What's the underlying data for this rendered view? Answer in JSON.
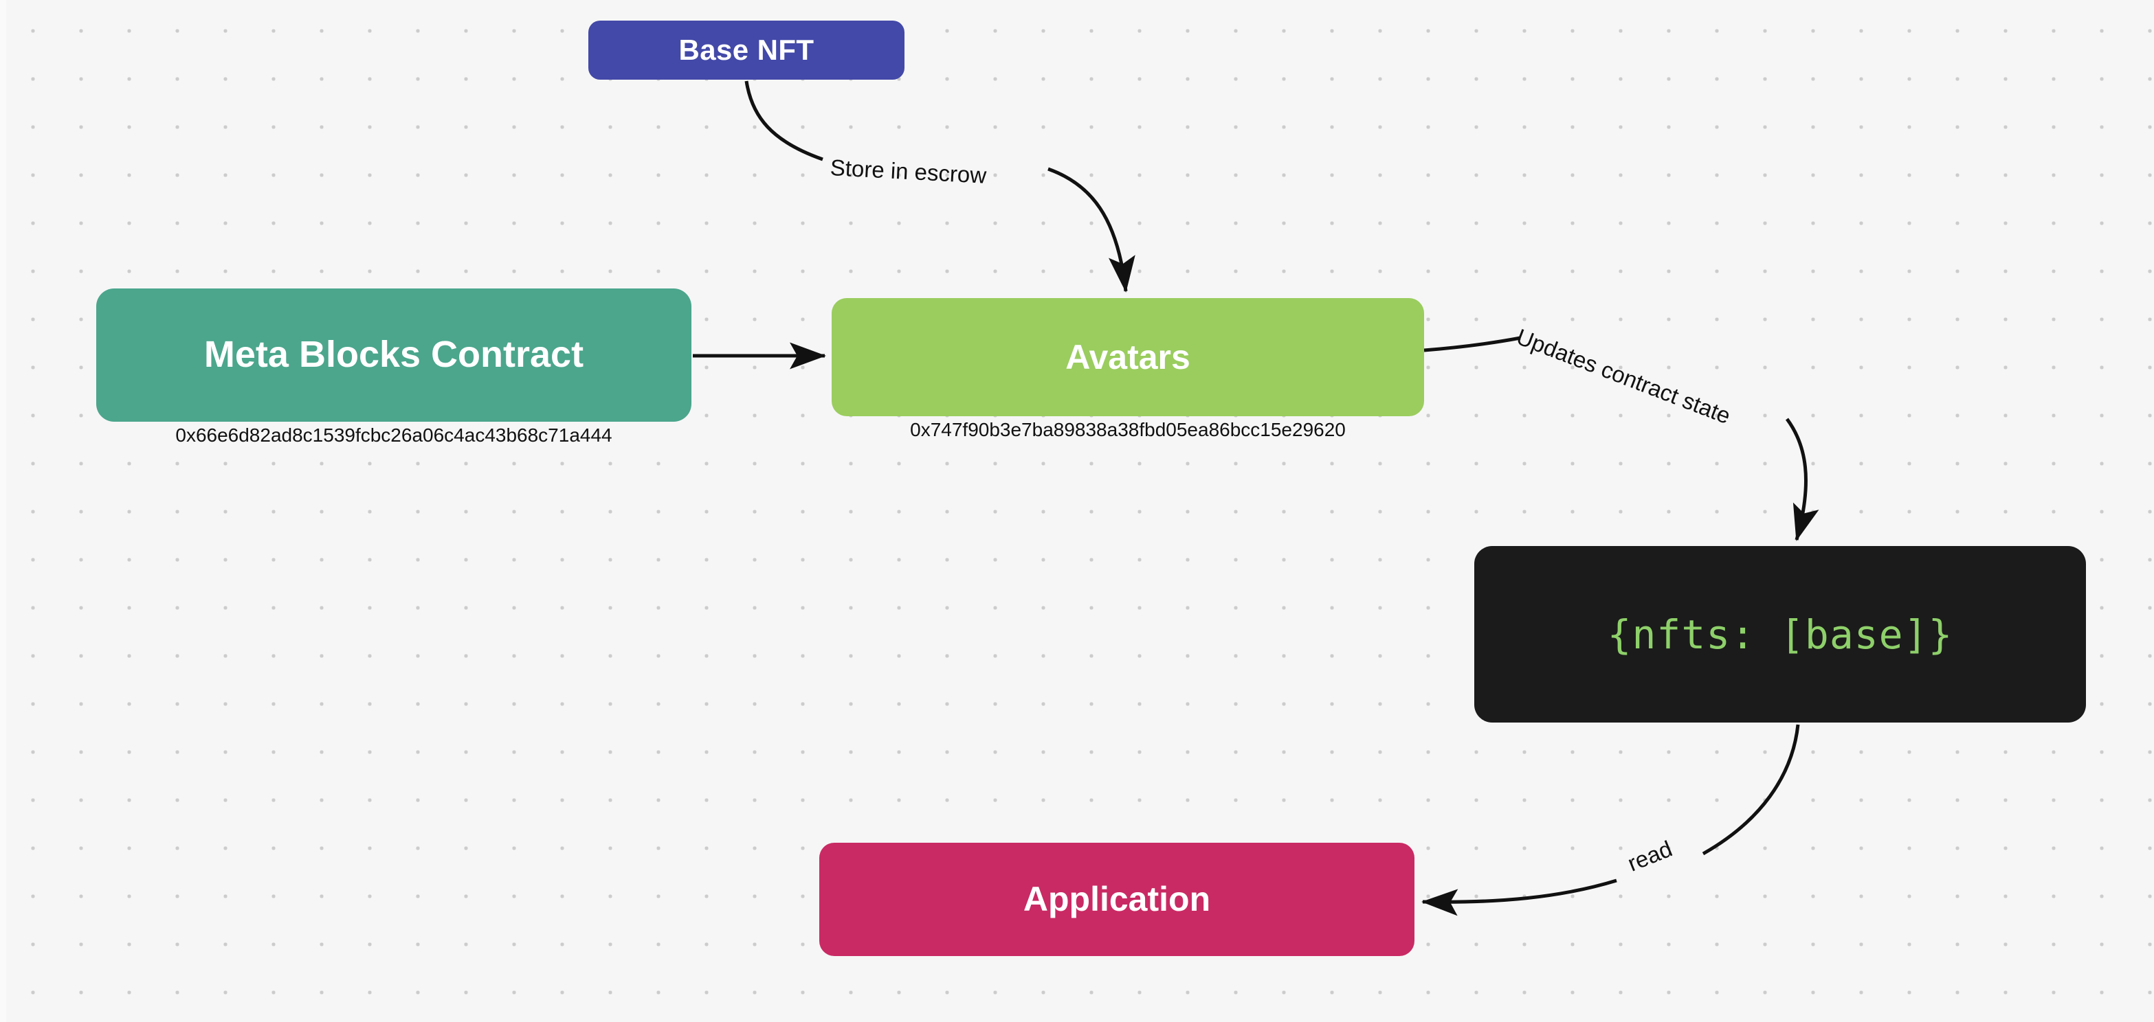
{
  "diagram": {
    "background_color": "#f6f6f6",
    "grid": "dot-grid",
    "nodes": [
      {
        "id": "base-nft",
        "label": "Base NFT",
        "color": "#4349a8",
        "text_color": "#ffffff",
        "shape": "rounded-rect"
      },
      {
        "id": "meta-blocks-contract",
        "label": "Meta Blocks Contract",
        "color": "#4ba68c",
        "text_color": "#ffffff",
        "shape": "rounded-rect",
        "address": "0x66e6d82ad8c1539fcbc26a06c4ac43b68c71a444"
      },
      {
        "id": "avatars",
        "label": "Avatars",
        "color": "#9acd5e",
        "text_color": "#ffffff",
        "shape": "rounded-rect",
        "address": "0x747f90b3e7ba89838a38fbd05ea86bcc15e29620"
      },
      {
        "id": "contract-state",
        "label": "{nfts: [base]}",
        "color": "#1b1b1b",
        "text_color": "#8ed06a",
        "shape": "rounded-rect-code"
      },
      {
        "id": "application",
        "label": "Application",
        "color": "#c92a63",
        "text_color": "#ffffff",
        "shape": "rounded-rect"
      }
    ],
    "edges": [
      {
        "id": "base-nft-to-avatars",
        "from": "base-nft",
        "to": "avatars",
        "label": "Store in escrow",
        "style": "curved-arrow",
        "color": "#111111"
      },
      {
        "id": "meta-blocks-to-avatars",
        "from": "meta-blocks-contract",
        "to": "avatars",
        "label": "",
        "style": "straight-arrow",
        "color": "#111111"
      },
      {
        "id": "avatars-to-state",
        "from": "avatars",
        "to": "contract-state",
        "label": "Updates contract state",
        "style": "curved-arrow",
        "color": "#111111"
      },
      {
        "id": "state-to-application",
        "from": "contract-state",
        "to": "application",
        "label": "read",
        "style": "curved-arrow",
        "color": "#111111"
      }
    ]
  }
}
